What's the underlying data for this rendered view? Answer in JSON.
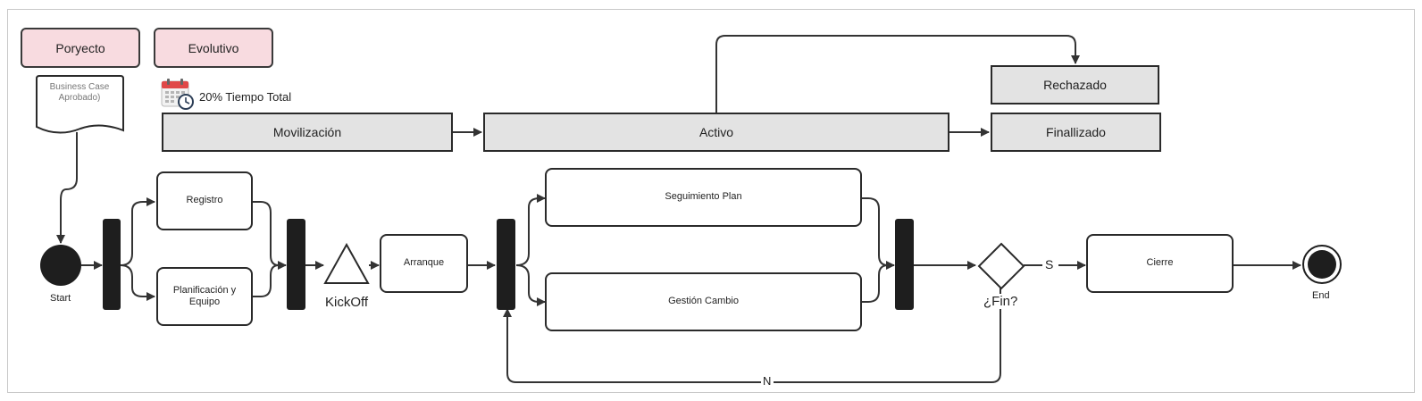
{
  "tags": {
    "proyecto": "Poryecto",
    "evolutivo": "Evolutivo"
  },
  "document": {
    "text": "Business Case Aprobado)"
  },
  "timing": {
    "label": "20% Tiempo Total",
    "icon": "calendar-clock-icon"
  },
  "phases": {
    "movilizacion": "Movilización",
    "activo": "Activo",
    "rechazado": "Rechazado",
    "finalizado": "Finallizado"
  },
  "tasks": {
    "registro": "Registro",
    "planificacion": "Planificación y Equipo",
    "arranque": "Arranque",
    "seguimiento": "Seguimiento Plan",
    "gestion": "Gestión Cambio",
    "cierre": "Cierre"
  },
  "events": {
    "start": "Start",
    "end": "End",
    "kickoff": "KickOff"
  },
  "decision": {
    "label": "¿Fin?",
    "yes": "S",
    "no": "N"
  },
  "colors": {
    "tag_fill": "#f8dbe0",
    "phase_fill": "#e3e3e3",
    "bar": "#1e1e1e",
    "line": "#333333"
  }
}
